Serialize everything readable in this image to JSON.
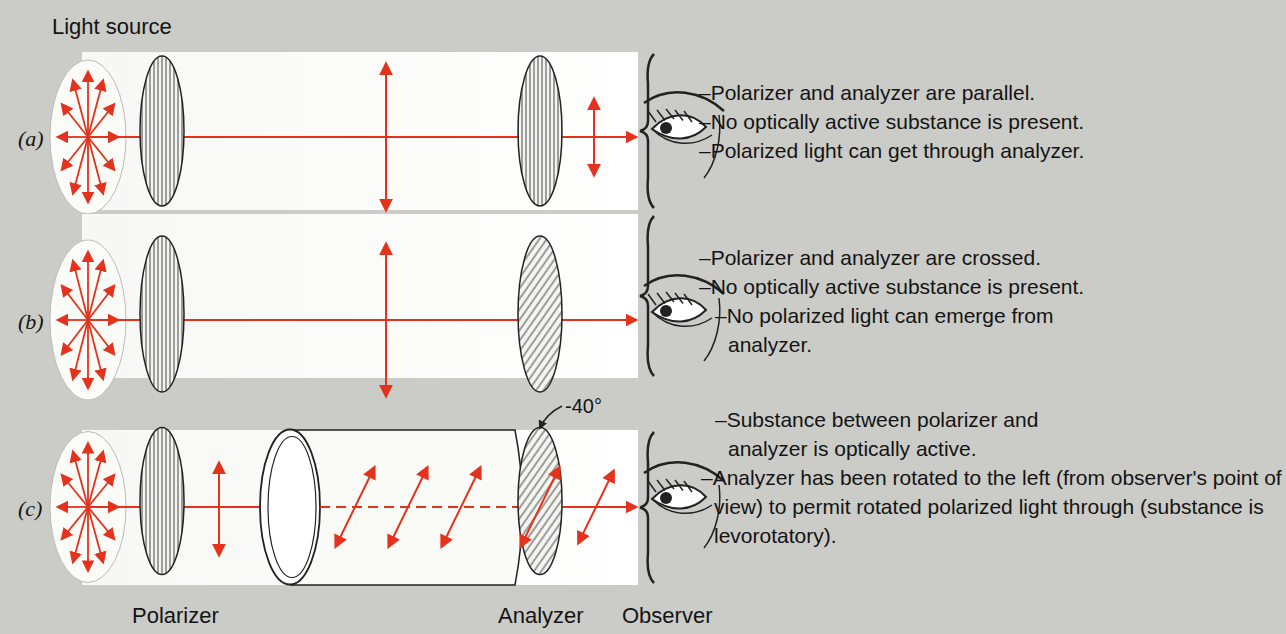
{
  "diagram": {
    "labels": [
      "Light source",
      "(a)",
      "–Polarizer and analyzer are parallel.",
      "–No optically active substance is present.",
      "–Polarized light can get through analyzer.",
      "(b)",
      "–Polarizer and analyzer are crossed.",
      "–No optically active substance is present.",
      "–No polarized light can emerge from analyzer.",
      "-40°",
      "(c)",
      "–Substance between polarizer and analyzer is optically active.",
      "–Analyzer has been rotated to the left (from observer's point of view) to permit rotated polarized light through (substance is levorotatory).",
      "Polarizer",
      "Analyzer",
      "Observer"
    ]
  }
}
